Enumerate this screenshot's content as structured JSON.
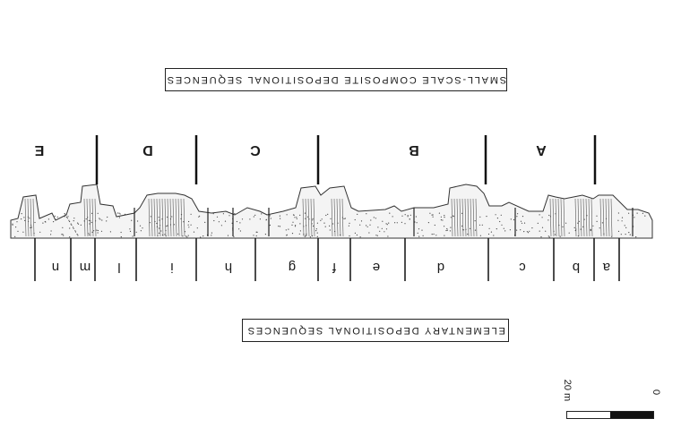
{
  "labels": {
    "composite": "SMALL-SCALE COMPOSITE DEPOSITIONAL SEQUENCES",
    "elementary": "ELEMENTARY DEPOSITIONAL SEQUENCES"
  },
  "composite_sequences": [
    "E",
    "D",
    "C",
    "B",
    "A"
  ],
  "elementary_sequences": [
    "n",
    "m",
    "l",
    "i",
    "h",
    "g",
    "f",
    "e",
    "d",
    "c",
    "b",
    "a"
  ],
  "scale": {
    "label": "20 m",
    "zero": "0"
  }
}
